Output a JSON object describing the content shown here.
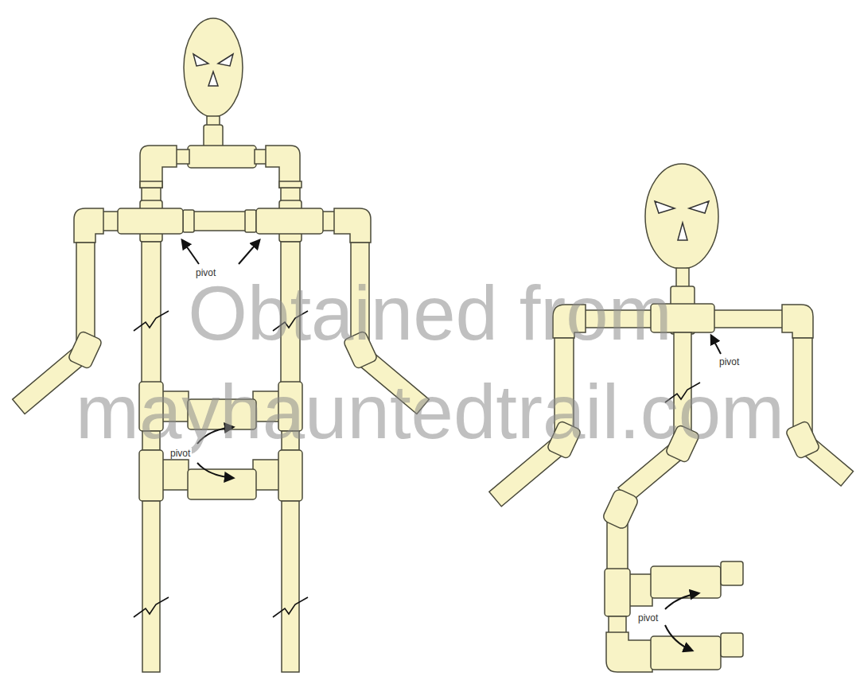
{
  "diagram": {
    "labels": [
      "pivot",
      "Obtained from",
      "pivot",
      "mayhauntedtrail.com",
      "pivot",
      "pivot"
    ]
  }
}
